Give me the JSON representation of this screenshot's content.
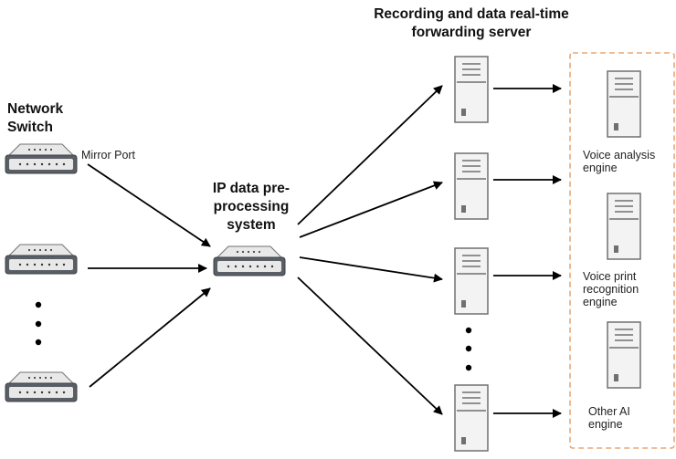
{
  "titles": {
    "network_switch": "Network\nSwitch",
    "preprocessing": "IP data pre-\nprocessing\nsystem",
    "forwarding_server": "Recording and data real-time\nforwarding server"
  },
  "labels": {
    "mirror_port": "Mirror Port",
    "voice_analysis": "Voice analysis\nengine",
    "voice_print": "Voice print\nrecognition\nengine",
    "other_ai": "Other AI\nengine"
  },
  "icons": {
    "switch": "network-switch-icon",
    "server": "server-tower-icon"
  },
  "colors": {
    "ai_engine_box_border": "#e8a878",
    "device_fill": "#e8e8e8",
    "device_stroke": "#707070",
    "switch_face": "#5a5f66",
    "arrow": "#000000"
  }
}
